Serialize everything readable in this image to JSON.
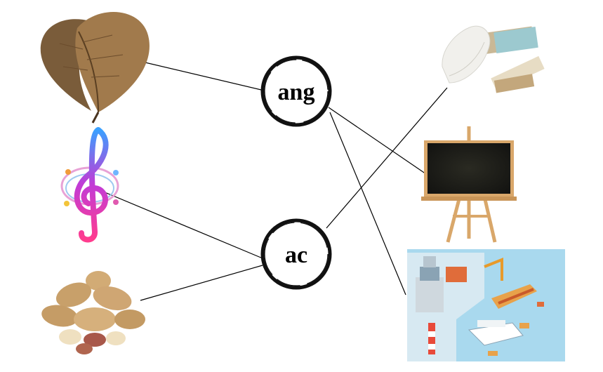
{
  "centers": [
    {
      "id": "ang",
      "label": "ang"
    },
    {
      "id": "ac",
      "label": "ac"
    }
  ],
  "pictures": {
    "left": [
      {
        "id": "dry-leaves",
        "icon": "dry-leaves-picture"
      },
      {
        "id": "music-note",
        "icon": "treble-clef-picture"
      },
      {
        "id": "peanuts",
        "icon": "peanuts-picture"
      }
    ],
    "right": [
      {
        "id": "chalk",
        "icon": "chalk-sticks-picture"
      },
      {
        "id": "blackboard",
        "icon": "blackboard-easel-picture"
      },
      {
        "id": "harbor",
        "icon": "harbor-port-picture"
      }
    ]
  },
  "connections": [
    {
      "from": "dry-leaves",
      "to": "ang"
    },
    {
      "from": "ang",
      "to": "blackboard"
    },
    {
      "from": "ang",
      "to": "harbor"
    },
    {
      "from": "music-note",
      "to": "ac"
    },
    {
      "from": "peanuts",
      "to": "ac"
    },
    {
      "from": "ac",
      "to": "chalk"
    }
  ],
  "colors": {
    "line": "#000000",
    "ring": "#111111",
    "blackboard": "#1b1b16",
    "easel_wood": "#d9a76a",
    "leaf": "#8b6a45",
    "peanut": "#c9a06a",
    "sea": "#9fd3ea"
  }
}
